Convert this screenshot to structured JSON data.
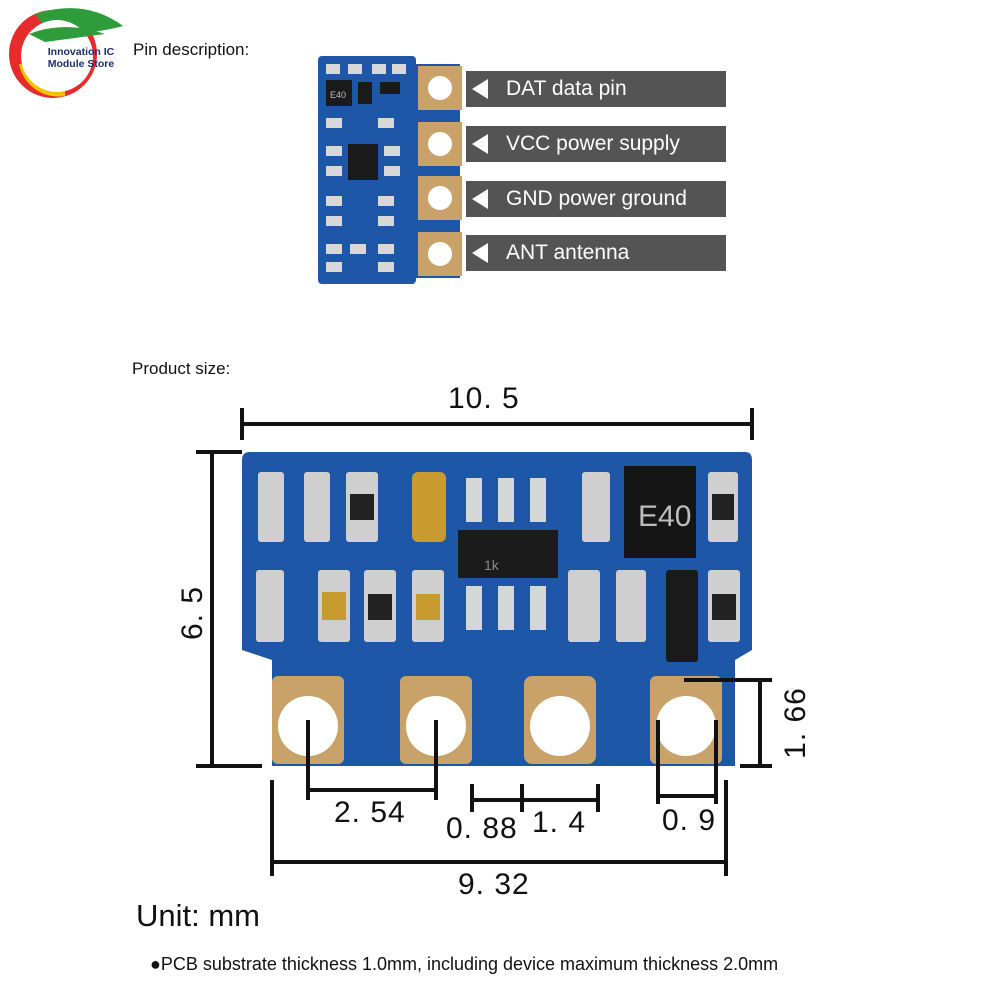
{
  "brand": {
    "name_line1": "Innovation IC",
    "name_line2": "Module Store",
    "colors": [
      "#e52b2b",
      "#f6c000",
      "#2f9c3c",
      "#1d2f6e"
    ]
  },
  "pin_section": {
    "title": "Pin description:",
    "pins": [
      {
        "label": "DAT data pin"
      },
      {
        "label": "VCC power supply"
      },
      {
        "label": "GND power ground"
      },
      {
        "label": "ANT antenna"
      }
    ]
  },
  "chip_marking": "E40",
  "resistor_marking": "1k",
  "size_section": {
    "title": "Product size:",
    "dimensions": {
      "width": "10. 5",
      "height": "6. 5",
      "pad_height": "1. 66",
      "pitch": "2. 54",
      "pad_gap": "0. 88",
      "hole": "1. 4",
      "pad_width": "0. 9",
      "span": "9. 32"
    }
  },
  "unit_label": "Unit: mm",
  "note": "●PCB substrate thickness 1.0mm, including device maximum thickness 2.0mm",
  "colors": {
    "pcb": "#1e56a8",
    "pad_gold": "#c9a26a",
    "label_bg": "#545454"
  }
}
